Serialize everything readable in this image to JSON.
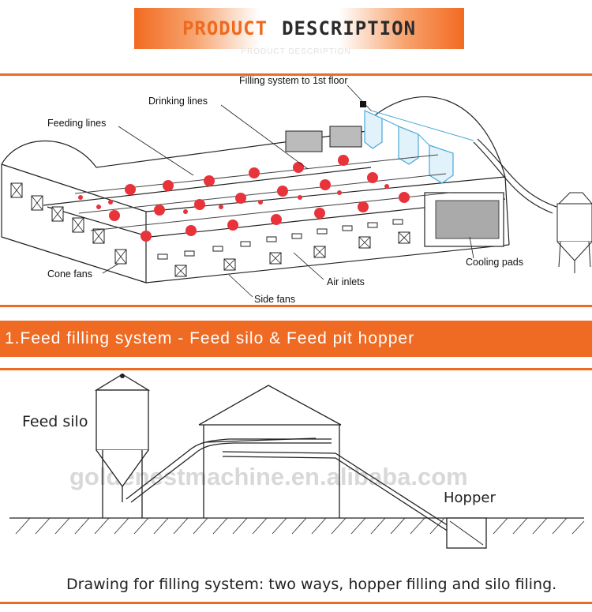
{
  "header": {
    "title_word1": "PRODUCT",
    "title_word2": "DESCRIPTION",
    "subcaption": "PRODUCT DESCRIPTION"
  },
  "house_diagram": {
    "labels": {
      "filling_system": "Filling system to 1st floor",
      "drinking_lines": "Drinking lines",
      "feeding_lines": "Feeding lines",
      "cooling_pads": "Cooling pads",
      "cone_fans": "Cone fans",
      "air_inlets": "Air inlets",
      "side_fans": "Side fans"
    }
  },
  "section": {
    "title": "1.Feed filling system - Feed silo & Feed pit hopper"
  },
  "filling_diagram": {
    "feed_silo_label": "Feed silo",
    "hopper_label": "Hopper",
    "watermark": "goldenestmachine.en.alibaba.com",
    "caption": "Drawing for filling system: two ways, hopper filling and silo filing."
  },
  "colors": {
    "accent": "#ef6a22",
    "feeder_red": "#e8333a",
    "hopper_blue": "#4aa8d8"
  }
}
